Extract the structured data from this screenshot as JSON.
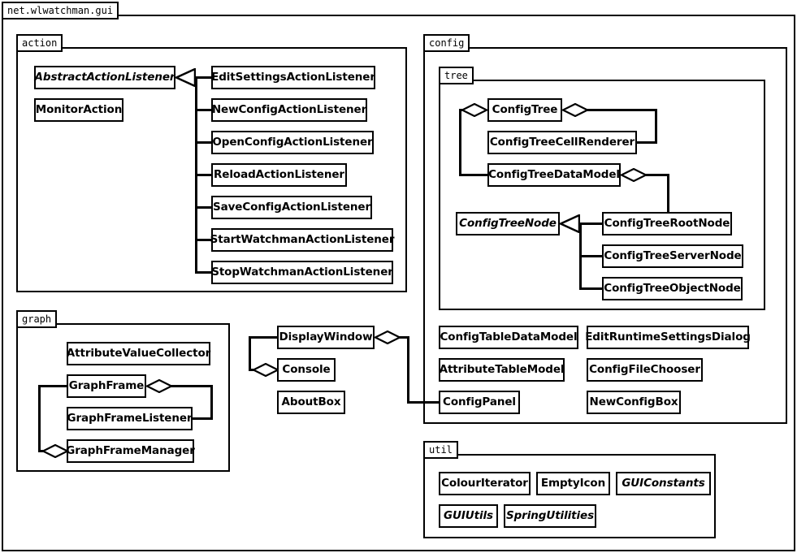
{
  "diagram": {
    "root_package": "net.wlwatchman.gui",
    "packages": [
      {
        "name": "action"
      },
      {
        "name": "config"
      },
      {
        "name": "tree"
      },
      {
        "name": "graph"
      },
      {
        "name": "util"
      }
    ]
  },
  "action": {
    "label": "action",
    "base": "AbstractActionListener",
    "monitor": "MonitorAction",
    "subclasses": [
      "EditSettingsActionListener",
      "NewConfigActionListener",
      "OpenConfigActionListener",
      "ReloadActionListener",
      "SaveConfigActionListener",
      "StartWatchmanActionListener",
      "StopWatchmanActionListener"
    ]
  },
  "config": {
    "label": "config",
    "tree": {
      "label": "tree",
      "config_tree": "ConfigTree",
      "cell_renderer": "ConfigTreeCellRenderer",
      "data_model": "ConfigTreeDataModel",
      "node_base": "ConfigTreeNode",
      "root_node": "ConfigTreeRootNode",
      "server_node": "ConfigTreeServerNode",
      "object_node": "ConfigTreeObjectNode"
    },
    "classes": {
      "table_data_model": "ConfigTableDataModel",
      "runtime_dialog": "EditRuntimeSettingsDialog",
      "attribute_table_model": "AttributeTableModel",
      "file_chooser": "ConfigFileChooser",
      "config_panel": "ConfigPanel",
      "new_config_box": "NewConfigBox"
    }
  },
  "graph": {
    "label": "graph",
    "collector": "AttributeValueCollector",
    "frame": "GraphFrame",
    "frame_listener": "GraphFrameListener",
    "frame_manager": "GraphFrameManager"
  },
  "gui": {
    "display_window": "DisplayWindow",
    "console": "Console",
    "about_box": "AboutBox"
  },
  "util": {
    "label": "util",
    "colour_iterator": "ColourIterator",
    "empty_icon": "EmptyIcon",
    "gui_constants": "GUIConstants",
    "gui_utils": "GUIUtils",
    "spring_utilities": "SpringUtilities"
  }
}
